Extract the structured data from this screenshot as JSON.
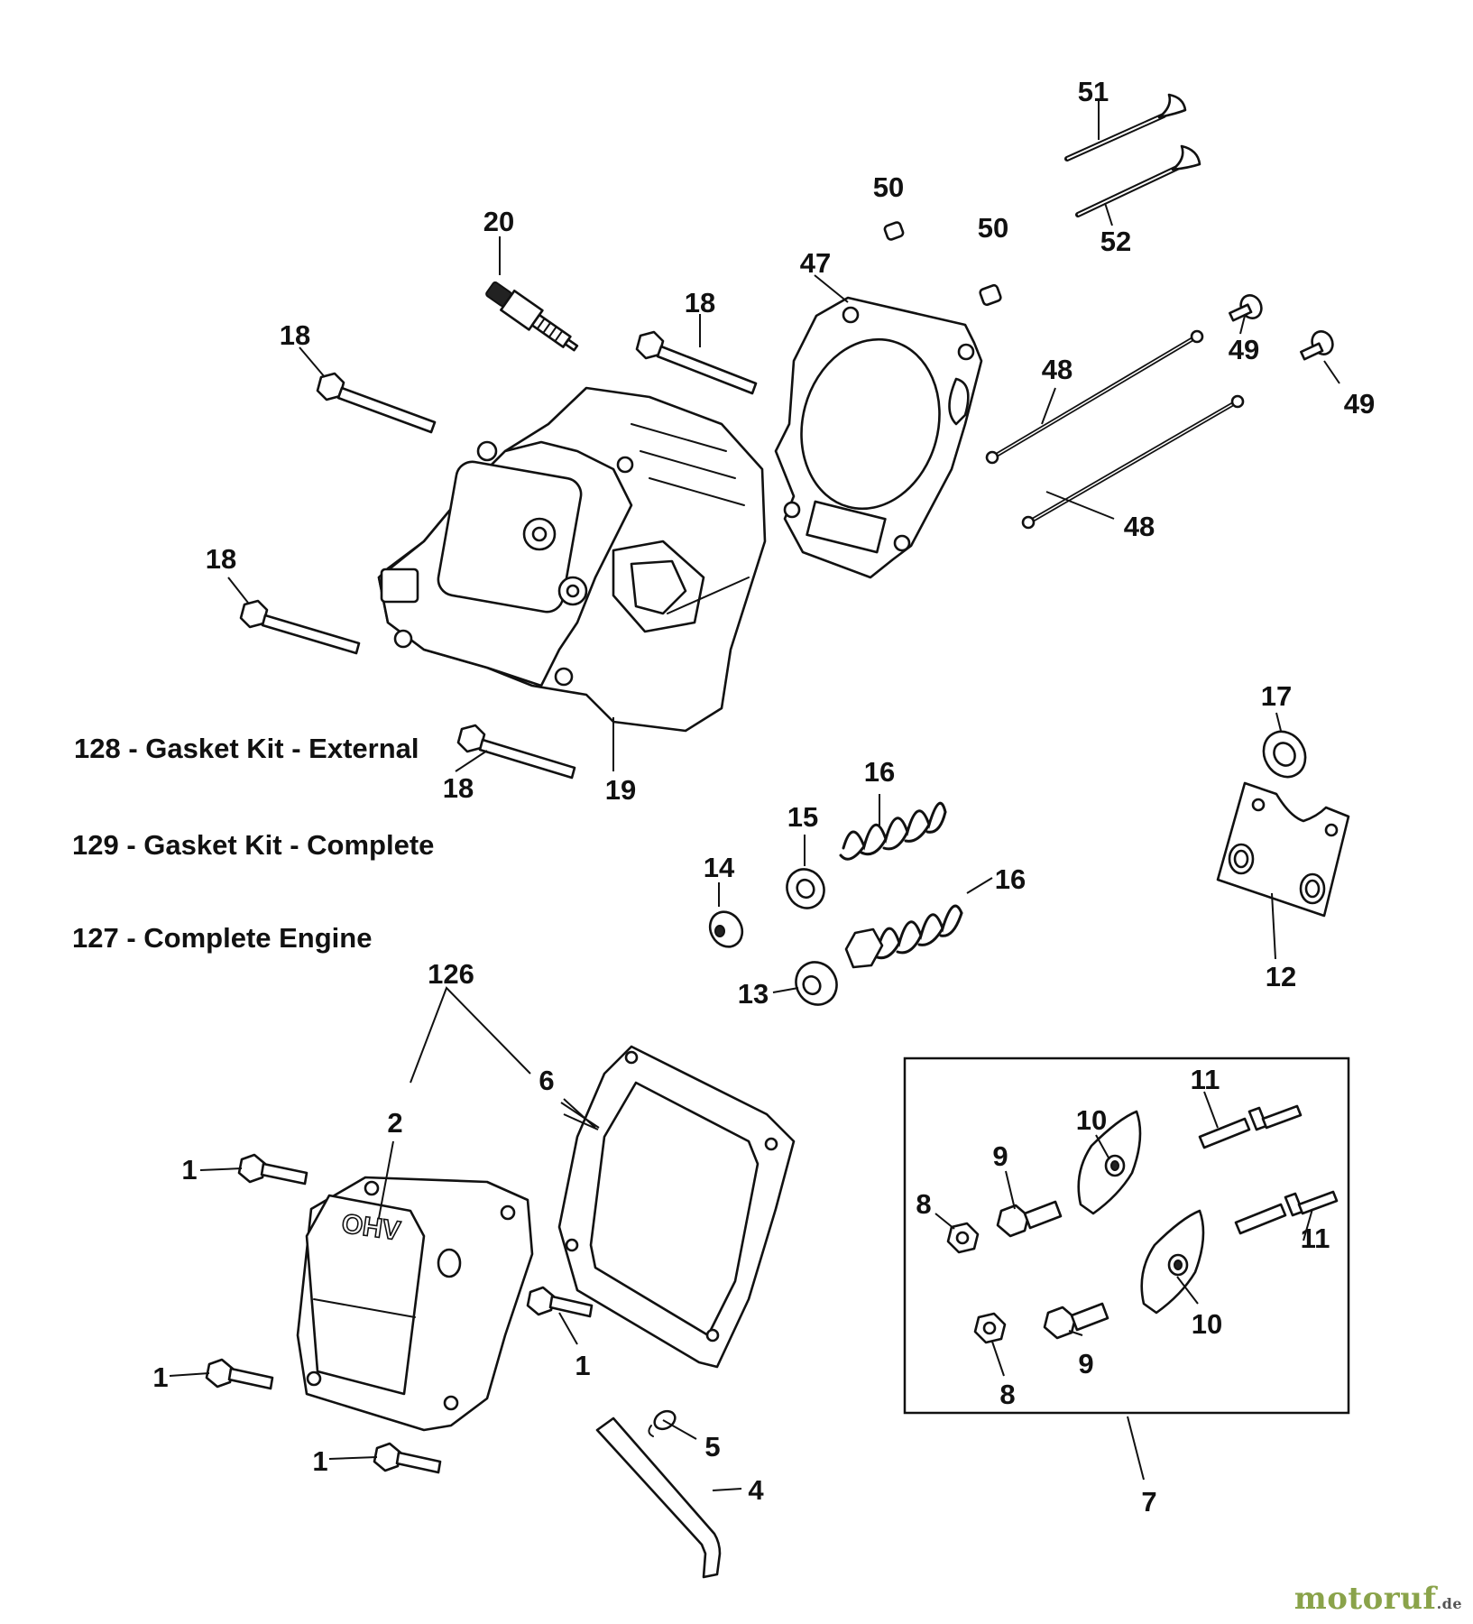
{
  "callouts": {
    "c51": "51",
    "c52": "52",
    "c50a": "50",
    "c50b": "50",
    "c20": "20",
    "c47": "47",
    "c18a": "18",
    "c18b": "18",
    "c18c": "18",
    "c18d": "18",
    "c49a": "49",
    "c49b": "49",
    "c48a": "48",
    "c48b": "48",
    "c19": "19",
    "c17": "17",
    "c16a": "16",
    "c16b": "16",
    "c15": "15",
    "c14": "14",
    "c13": "13",
    "c12": "12",
    "c126": "126",
    "c6": "6",
    "c2": "2",
    "c1a": "1",
    "c1b": "1",
    "c1c": "1",
    "c1d": "1",
    "c5": "5",
    "c4": "4",
    "c7": "7",
    "c11a": "11",
    "c11b": "11",
    "c10a": "10",
    "c10b": "10",
    "c9a": "9",
    "c9b": "9",
    "c8a": "8",
    "c8b": "8"
  },
  "legend": [
    "128 - Gasket Kit - External",
    "129 - Gasket Kit - Complete",
    "127 - Complete Engine"
  ],
  "cover_text": "OHV",
  "watermark": {
    "brand": "motoruf",
    "suffix": ".de"
  }
}
